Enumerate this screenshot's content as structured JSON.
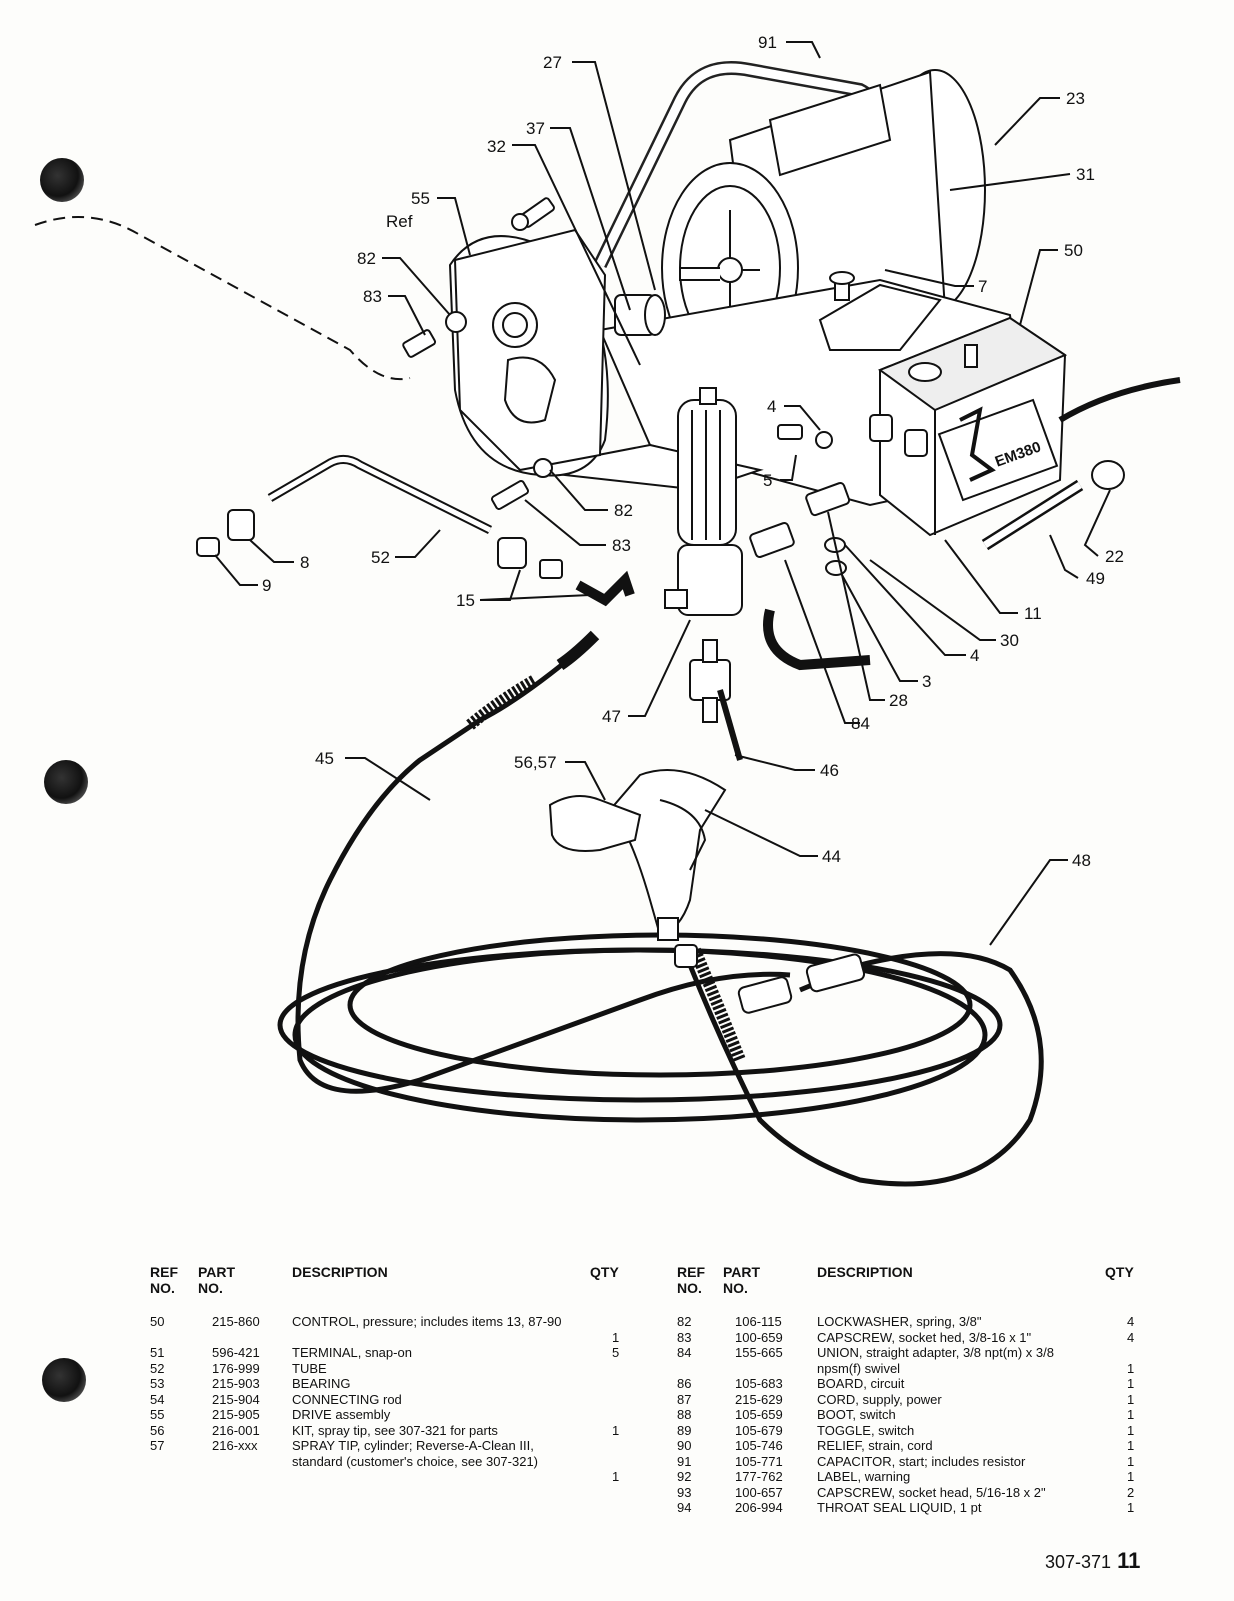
{
  "callouts": [
    "91",
    "27",
    "23",
    "37",
    "32",
    "31",
    "55",
    "Ref",
    "82",
    "7",
    "50",
    "83",
    "4",
    "5",
    "82",
    "83",
    "8",
    "52",
    "9",
    "15",
    "22",
    "49",
    "11",
    "30",
    "4",
    "3",
    "28",
    "84",
    "47",
    "46",
    "45",
    "56,57",
    "44",
    "48"
  ],
  "table_headers": {
    "ref": "REF NO.",
    "part": "PART NO.",
    "description": "DESCRIPTION",
    "qty": "QTY"
  },
  "parts_left": [
    {
      "ref": "50",
      "part": "215-860",
      "desc": "CONTROL, pressure; includes items 13, 87-90",
      "qty": "1"
    },
    {
      "ref": "51",
      "part": "596-421",
      "desc": "TERMINAL, snap-on",
      "qty": "5"
    },
    {
      "ref": "52",
      "part": "176-999",
      "desc": "TUBE",
      "qty": ""
    },
    {
      "ref": "53",
      "part": "215-903",
      "desc": "BEARING",
      "qty": ""
    },
    {
      "ref": "54",
      "part": "215-904",
      "desc": "CONNECTING rod",
      "qty": ""
    },
    {
      "ref": "55",
      "part": "215-905",
      "desc": "DRIVE assembly",
      "qty": ""
    },
    {
      "ref": "56",
      "part": "216-001",
      "desc": "KIT, spray tip, see 307-321 for parts",
      "qty": "1"
    },
    {
      "ref": "57",
      "part": "216-xxx",
      "desc": "SPRAY TIP, cylinder; Reverse-A-Clean III, standard (customer's choice, see 307-321)",
      "qty": "1"
    }
  ],
  "parts_right": [
    {
      "ref": "82",
      "part": "106-115",
      "desc": "LOCKWASHER, spring, 3/8\"",
      "qty": "4"
    },
    {
      "ref": "83",
      "part": "100-659",
      "desc": "CAPSCREW, socket hed, 3/8-16 x 1\"",
      "qty": "4"
    },
    {
      "ref": "84",
      "part": "155-665",
      "desc": "UNION, straight adapter, 3/8 npt(m) x 3/8 npsm(f) swivel",
      "qty": "1"
    },
    {
      "ref": "86",
      "part": "105-683",
      "desc": "BOARD, circuit",
      "qty": "1"
    },
    {
      "ref": "87",
      "part": "215-629",
      "desc": "CORD, supply, power",
      "qty": "1"
    },
    {
      "ref": "88",
      "part": "105-659",
      "desc": "BOOT, switch",
      "qty": "1"
    },
    {
      "ref": "89",
      "part": "105-679",
      "desc": "TOGGLE, switch",
      "qty": "1"
    },
    {
      "ref": "90",
      "part": "105-746",
      "desc": "RELIEF, strain, cord",
      "qty": "1"
    },
    {
      "ref": "91",
      "part": "105-771",
      "desc": "CAPACITOR, start; includes resistor",
      "qty": "1"
    },
    {
      "ref": "92",
      "part": "177-762",
      "desc": "LABEL, warning",
      "qty": "1"
    },
    {
      "ref": "93",
      "part": "100-657",
      "desc": "CAPSCREW, socket head, 5/16-18 x 2\"",
      "qty": "2"
    },
    {
      "ref": "94",
      "part": "206-994",
      "desc": "THROAT SEAL LIQUID, 1 pt",
      "qty": "1"
    }
  ],
  "control_label": "EM380",
  "page": {
    "doc_number": "307-371",
    "page_number": "11"
  }
}
